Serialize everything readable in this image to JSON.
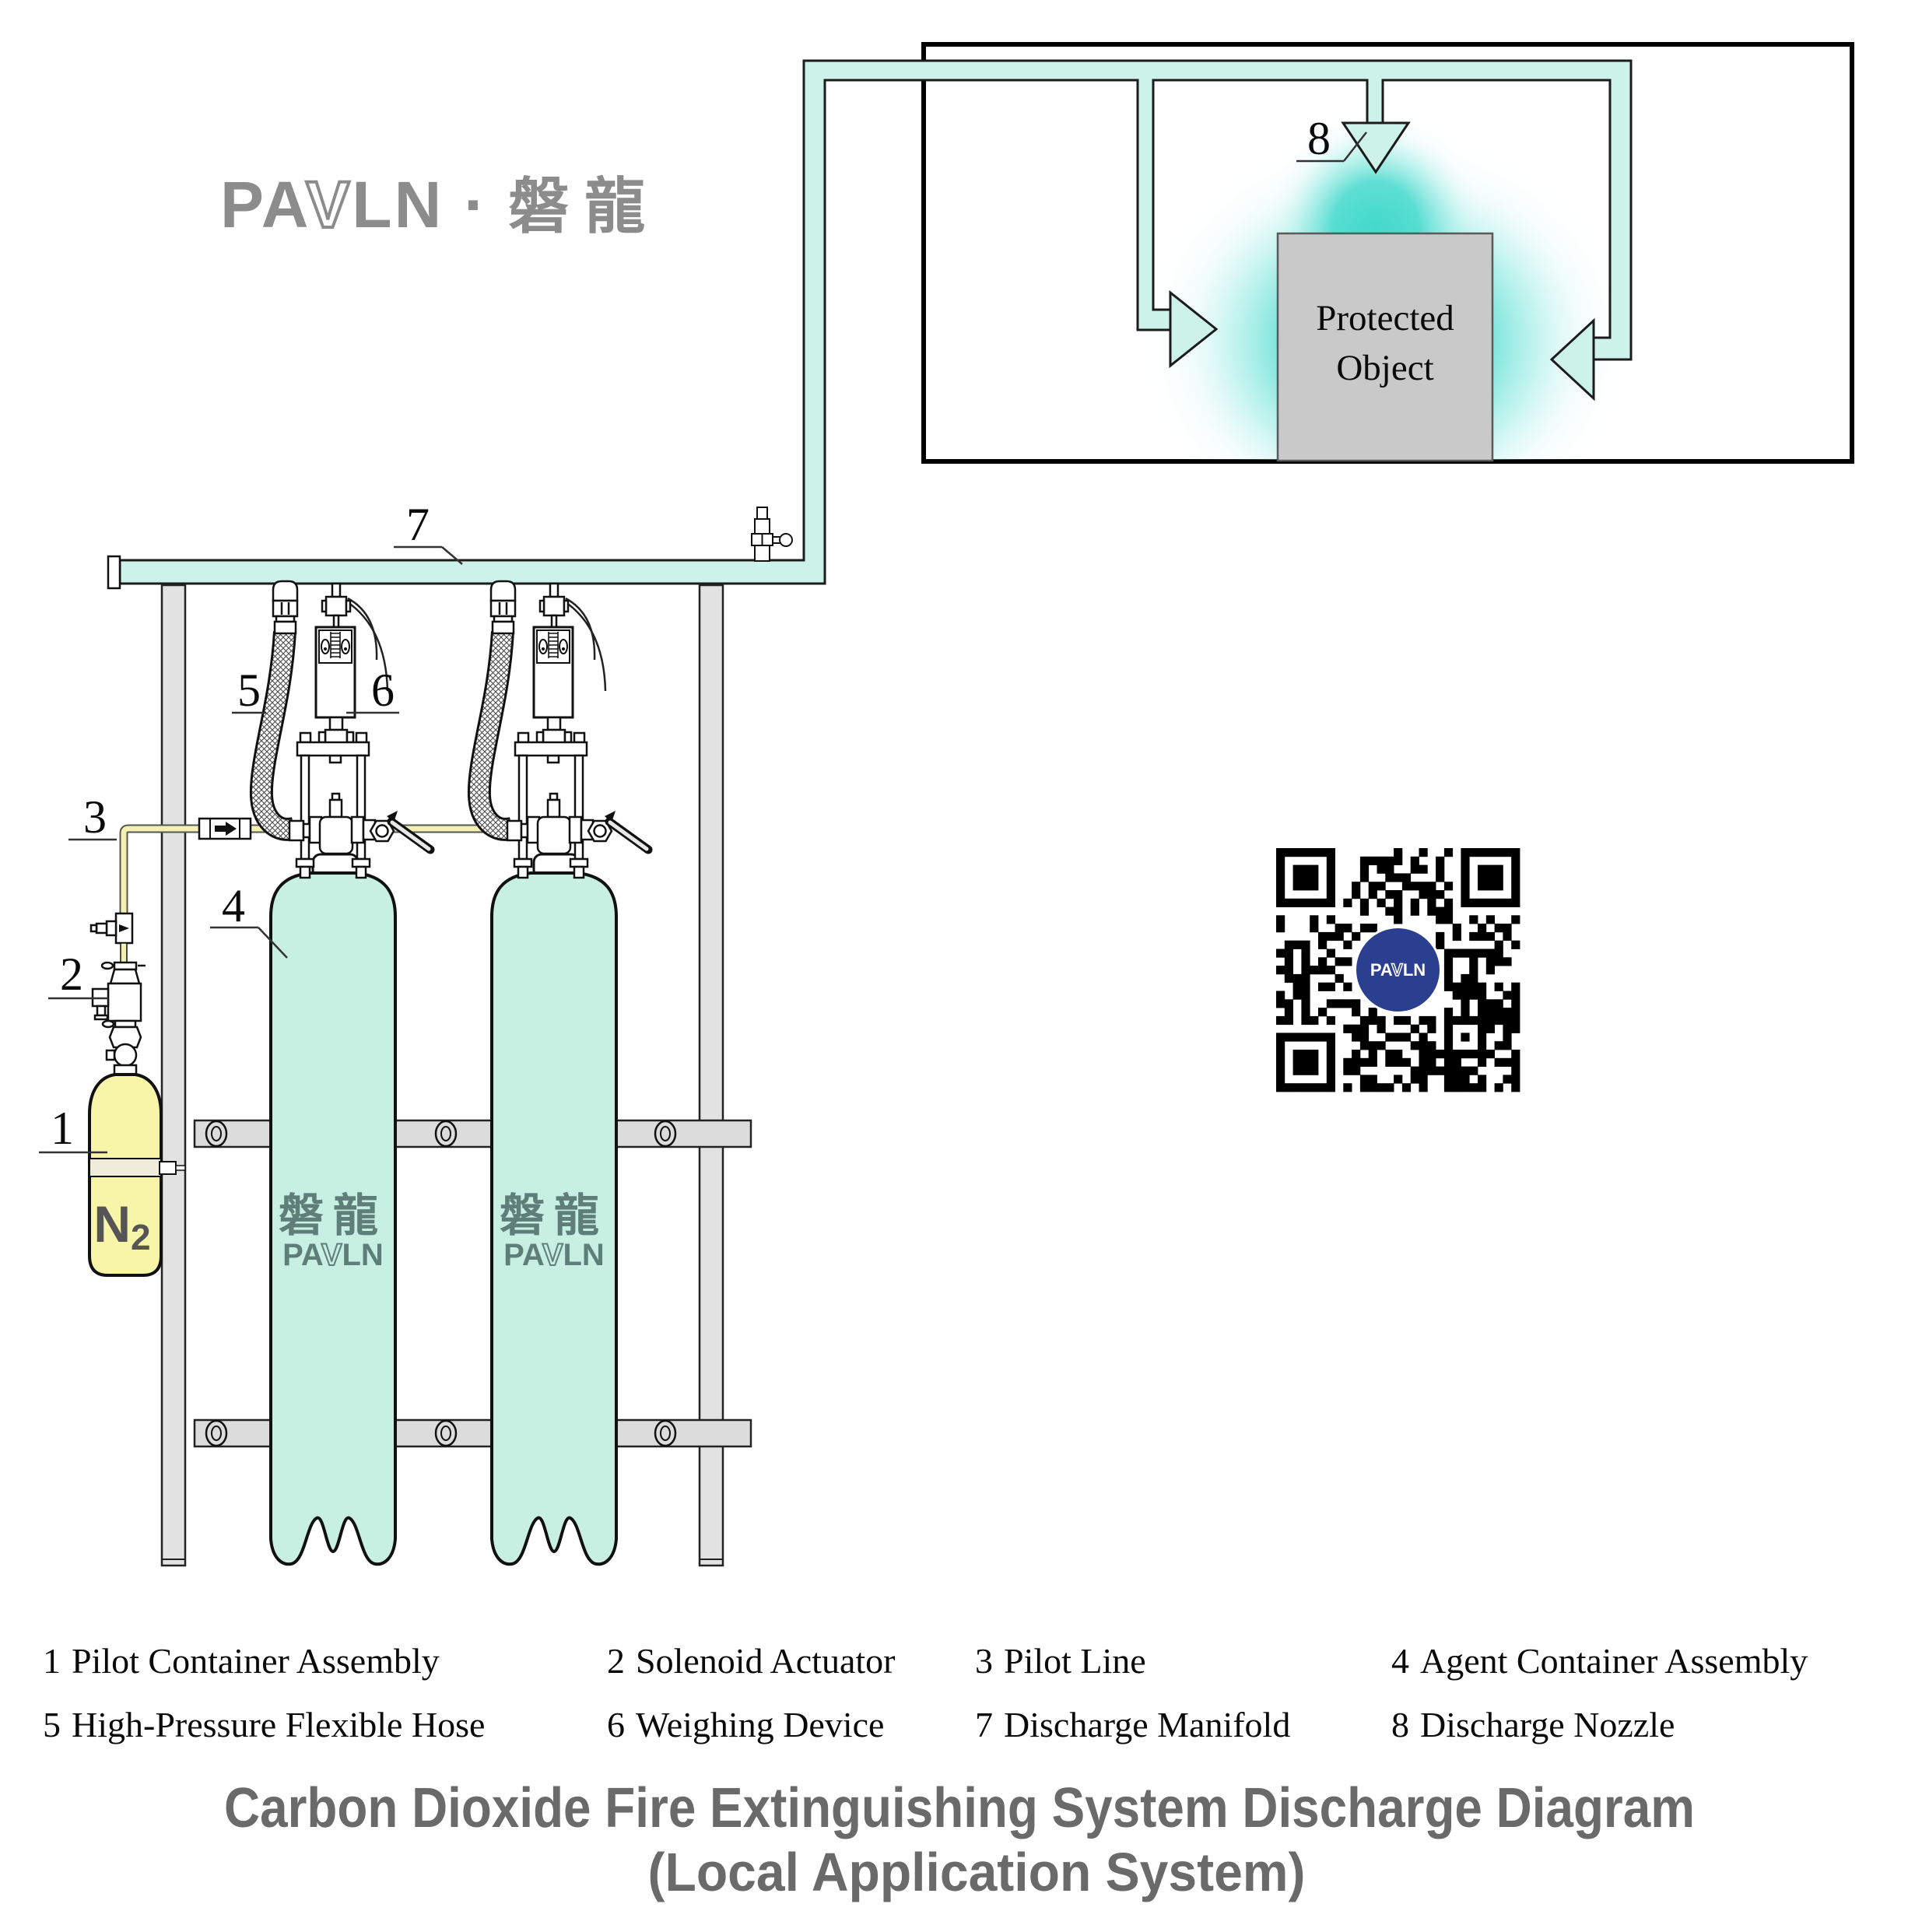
{
  "header": {
    "logo_latin_1": "PA",
    "logo_latin_v": "V",
    "logo_latin_2": "LN",
    "logo_dot": "·",
    "logo_cjk": "磐龍"
  },
  "enclosure": {
    "object_line1": "Protected",
    "object_line2": "Object"
  },
  "callouts": {
    "c1": "1",
    "c2": "2",
    "c3": "3",
    "c4": "4",
    "c5": "5",
    "c6": "6",
    "c7": "7",
    "c8": "8"
  },
  "equipment": {
    "cylinder_cjk": "磐龍",
    "cylinder_latin_1": "PA",
    "cylinder_latin_v": "V",
    "cylinder_latin_2": "LN",
    "pilot_gas": "N",
    "pilot_gas_sub": "2"
  },
  "qr": {
    "label_1": "PA",
    "label_v": "V",
    "label_2": "LN",
    "seed": 11,
    "modules": 29,
    "dark_color": "#000000",
    "logo_color": "#2b3f90"
  },
  "legend": {
    "items": [
      {
        "num": "1",
        "label": "Pilot Container Assembly"
      },
      {
        "num": "2",
        "label": "Solenoid Actuator"
      },
      {
        "num": "3",
        "label": "Pilot Line"
      },
      {
        "num": "4",
        "label": "Agent Container Assembly"
      },
      {
        "num": "5",
        "label": "High-Pressure Flexible Hose"
      },
      {
        "num": "6",
        "label": "Weighing Device"
      },
      {
        "num": "7",
        "label": "Discharge Manifold"
      },
      {
        "num": "8",
        "label": "Discharge Nozzle"
      }
    ]
  },
  "title": {
    "line1": "Carbon Dioxide Fire Extinguishing System Discharge Diagram",
    "line2": "(Local Application System)"
  },
  "colors": {
    "pipe": "#ccf2e9",
    "cylinder": "#c8f0e2",
    "glow": "#3ed8ca",
    "bottle": "#f7f5a8",
    "pilot_line": "#f3f0b2",
    "rail": "#e2e2e2",
    "crossbar": "#dcdcdc",
    "logo_gray": "#8c8c8c",
    "title_gray": "#6a6a6a",
    "cylinder_text": "#5f7e79",
    "qr_navy": "#2b3f90"
  }
}
